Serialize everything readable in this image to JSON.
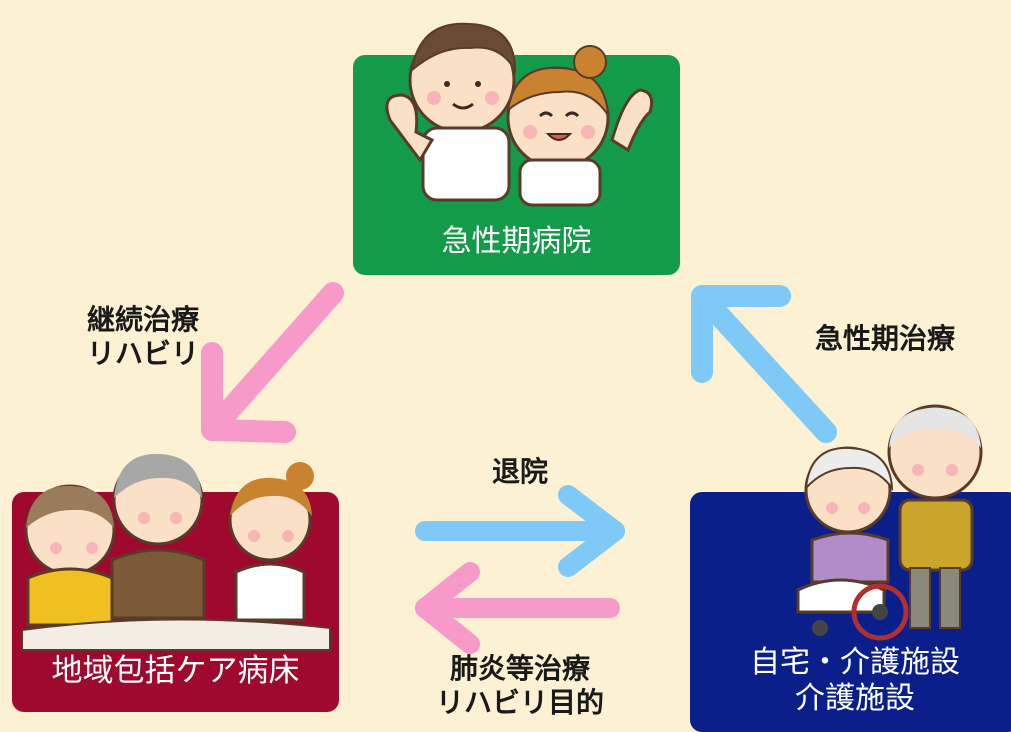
{
  "colors": {
    "background": "#fdf1d3",
    "acute_box": "#149b4a",
    "community_box": "#a0092e",
    "home_box": "#0b1f8a",
    "pink_arrow": "#f79ac9",
    "blue_arrow": "#7ec9f5"
  },
  "nodes": {
    "acute": {
      "label": "急性期病院",
      "icon": "medical-staff-illustration"
    },
    "community": {
      "label": "地域包括ケア病床",
      "icon": "family-illustration"
    },
    "home": {
      "label_line1": "自宅・介護施設",
      "label_line2": "介護施設",
      "icon": "elderly-wheelchair-illustration"
    }
  },
  "edges": {
    "acute_to_community": {
      "line1": "継続治療",
      "line2": "リハビリ"
    },
    "home_to_acute": {
      "line1": "急性期治療"
    },
    "community_to_home": {
      "line1": "退院"
    },
    "home_to_community": {
      "line1": "肺炎等治療",
      "line2": "リハビリ目的"
    }
  }
}
